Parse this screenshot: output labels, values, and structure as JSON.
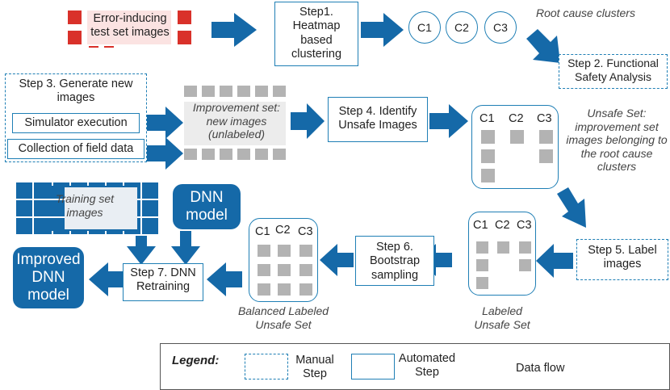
{
  "top_left": {
    "label": "Error-inducing test set images"
  },
  "step1": {
    "label": "Step1. Heatmap based clustering"
  },
  "clusters": [
    "C1",
    "C2",
    "C3"
  ],
  "root_cause_label": "Root cause clusters",
  "step2": {
    "label": "Step 2. Functional Safety Analysis"
  },
  "step3": {
    "title": "Step 3. Generate new images",
    "sim": "Simulator execution",
    "field": "Collection of field data"
  },
  "improvement": {
    "label": "Improvement set: new images (unlabeled)"
  },
  "step4": {
    "label": "Step 4. Identify Unsafe Images"
  },
  "unsafe_set": {
    "label": "Unsafe Set: improvement set images belonging to the root cause clusters"
  },
  "step5": {
    "label": "Step 5. Label images"
  },
  "labeled": {
    "label": "Labeled Unsafe Set"
  },
  "step6": {
    "label": "Step 6. Bootstrap sampling"
  },
  "balanced": {
    "label": "Balanced Labeled Unsafe Set"
  },
  "training": {
    "label": "Training set images"
  },
  "dnn": {
    "label": "DNN model"
  },
  "step7": {
    "label": "Step 7. DNN Retraining"
  },
  "improved": {
    "label": "Improved DNN model"
  },
  "legend": {
    "title": "Legend:",
    "manual": "Manual Step",
    "automated": "Automated Step",
    "flow": "Data flow"
  },
  "colors": {
    "arrow": "#1569a8",
    "border": "#1f7fb5",
    "red": "#d9312a",
    "gray": "#b3b3b3"
  }
}
